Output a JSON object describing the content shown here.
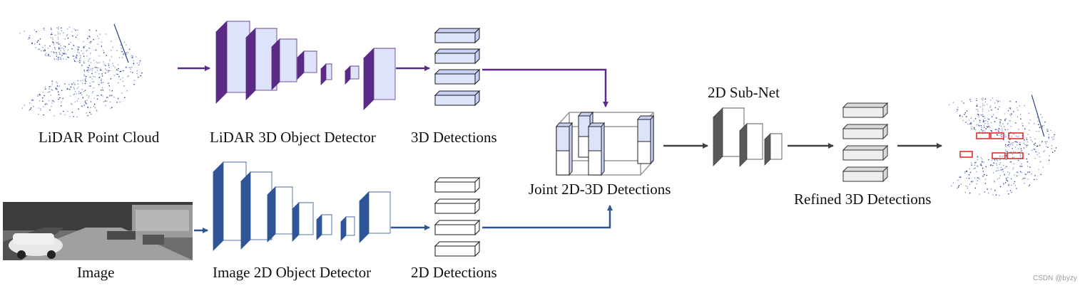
{
  "labels": {
    "lidar_point_cloud": "LiDAR Point Cloud",
    "lidar_detector": "LiDAR 3D Object Detector",
    "detections_3d": "3D Detections",
    "image": "Image",
    "image_detector": "Image 2D Object Detector",
    "detections_2d": "2D Detections",
    "joint_detections": "Joint 2D-3D Detections",
    "subnet": "2D Sub-Net",
    "refined_detections": "Refined 3D Detections"
  },
  "watermark": "CSDN @byzy",
  "colors": {
    "lidar_net": "#5b2a86",
    "image_net": "#2f5597",
    "subnet": "#595959",
    "box_face": "#dde3fb",
    "arrow_dark": "#404040",
    "highlight": "#e02020"
  }
}
